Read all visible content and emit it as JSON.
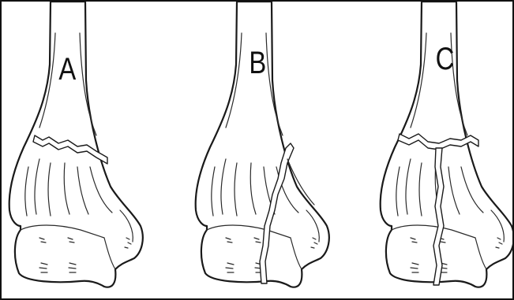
{
  "panels": [
    {
      "label": "A",
      "fracture_pattern": "transverse"
    },
    {
      "label": "B",
      "fracture_pattern": "oblique-vertical"
    },
    {
      "label": "C",
      "fracture_pattern": "T-shaped"
    }
  ]
}
